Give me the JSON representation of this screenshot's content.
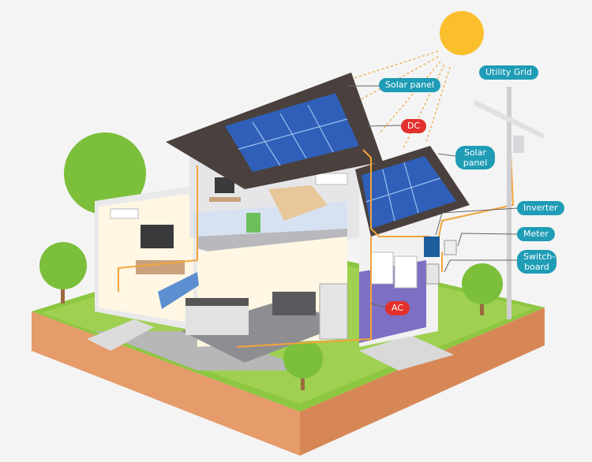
{
  "labels": {
    "solar_panel_top": "Solar panel",
    "dc": "DC",
    "solar_panel_side": "Solar panel",
    "utility_grid": "Utility Grid",
    "inverter": "Inverter",
    "meter": "Meter",
    "switchboard": "Switch-board",
    "ac": "AC"
  },
  "colors": {
    "label_bg": "#1f9cb6",
    "current_label_bg": "#e2302d",
    "wire": "#f3a43a",
    "sun": "#fbbf2e",
    "grass": "#8dc640",
    "soil": "#e59b6a",
    "panel": "#2f5fb8",
    "roof": "#4a403d"
  }
}
